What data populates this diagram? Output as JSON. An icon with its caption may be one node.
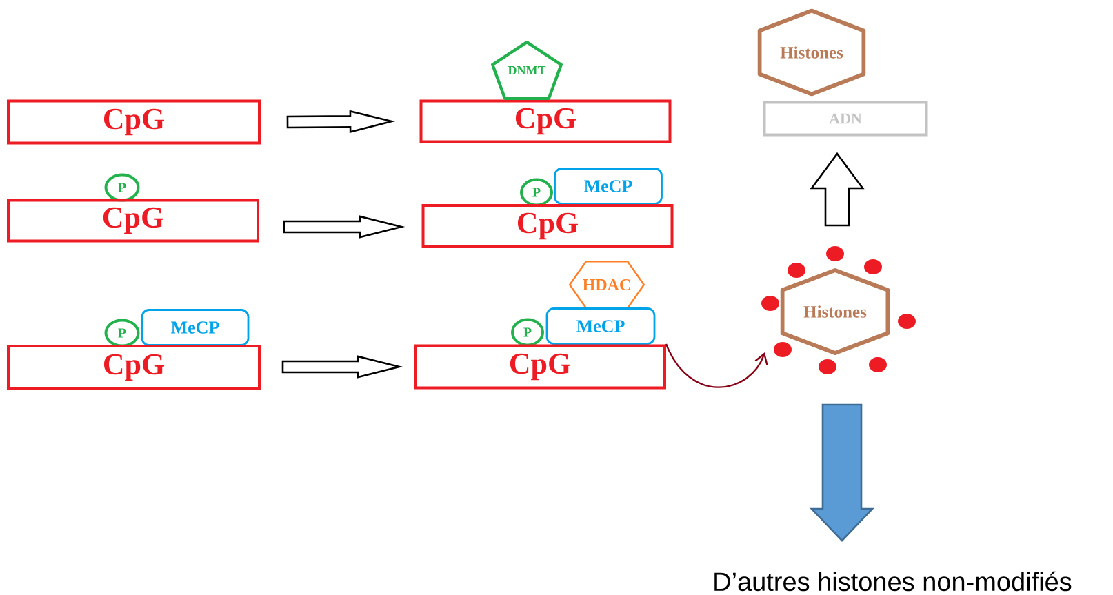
{
  "diagram": {
    "nodes": [
      {
        "text": [
          "CpG"
        ]
      },
      {
        "text": [
          "CpG"
        ]
      },
      {
        "text": [
          "DNMT"
        ]
      },
      {
        "text": [
          "Histones"
        ]
      },
      {
        "text": [
          "ADN"
        ]
      },
      {
        "text": [
          "P"
        ]
      },
      {
        "text": [
          "CpG"
        ]
      },
      {
        "text": [
          "P"
        ]
      },
      {
        "text": [
          "MeCP"
        ]
      },
      {
        "text": [
          "CpG"
        ]
      },
      {
        "text": [
          "HDAC"
        ]
      },
      {
        "text": [
          "P"
        ]
      },
      {
        "text": [
          "MeCP"
        ]
      },
      {
        "text": [
          "CpG"
        ]
      },
      {
        "text": [
          "P"
        ]
      },
      {
        "text": [
          "MeCP"
        ]
      },
      {
        "text": [
          "CpG"
        ]
      },
      {
        "text": [
          "Histones"
        ]
      },
      {
        "text": [
          "D’autres histones non-modifiés"
        ]
      }
    ],
    "edges": [
      {
        "from": 0,
        "to": 1,
        "arrow": "to",
        "style": "thick"
      },
      {
        "from": 6,
        "to": 9,
        "arrow": "to",
        "style": "thick"
      },
      {
        "from": 13,
        "to": 16,
        "arrow": "to",
        "style": "thick"
      },
      {
        "from": 17,
        "to": 4,
        "arrow": "to",
        "style": "thick"
      },
      {
        "from": 16,
        "to": 17,
        "arrow": "to",
        "color": "#880015"
      },
      {
        "from": 17,
        "to": 18,
        "arrow": "to",
        "style": "thick",
        "color": "#5b9bd5"
      }
    ]
  }
}
